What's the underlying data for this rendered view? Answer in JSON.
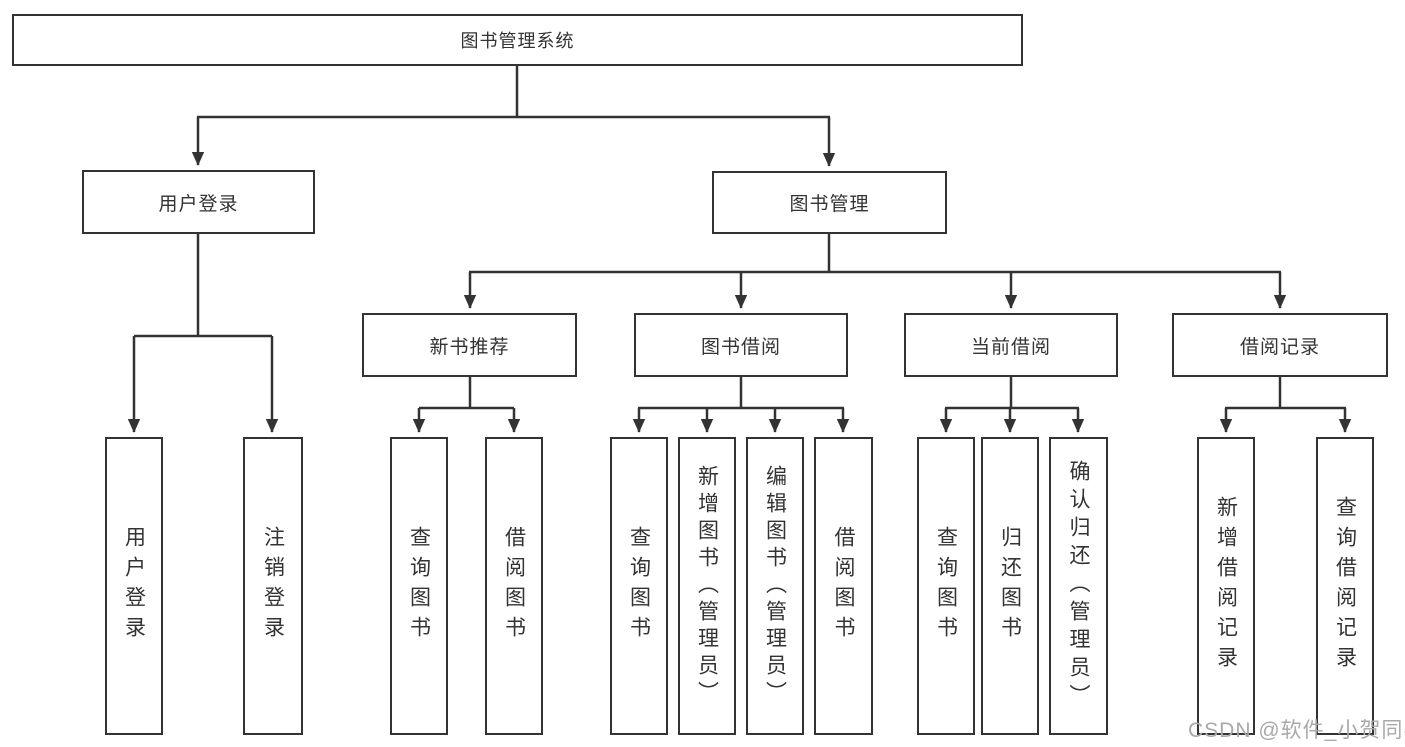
{
  "diagram_type": "hierarchy-tree",
  "tree": {
    "label": "图书管理系统",
    "children": [
      {
        "label": "用户登录",
        "children": [
          {
            "label": "用户登录"
          },
          {
            "label": "注销登录"
          }
        ]
      },
      {
        "label": "图书管理",
        "children": [
          {
            "label": "新书推荐",
            "children": [
              {
                "label": "查询图书"
              },
              {
                "label": "借阅图书"
              }
            ]
          },
          {
            "label": "图书借阅",
            "children": [
              {
                "label": "查询图书"
              },
              {
                "label": "新增图书（管理员）"
              },
              {
                "label": "编辑图书（管理员）"
              },
              {
                "label": "借阅图书"
              }
            ]
          },
          {
            "label": "当前借阅",
            "children": [
              {
                "label": "查询图书"
              },
              {
                "label": "归还图书"
              },
              {
                "label": "确认归还（管理员）"
              }
            ]
          },
          {
            "label": "借阅记录",
            "children": [
              {
                "label": "新增借阅记录"
              },
              {
                "label": "查询借阅记录"
              }
            ]
          }
        ]
      }
    ]
  },
  "watermark": "CSDN @软件_小贺同学",
  "colors": {
    "line": "#333333",
    "box_border": "#333333",
    "text": "#333333",
    "watermark": "#a9a9a9",
    "background": "#ffffff"
  }
}
